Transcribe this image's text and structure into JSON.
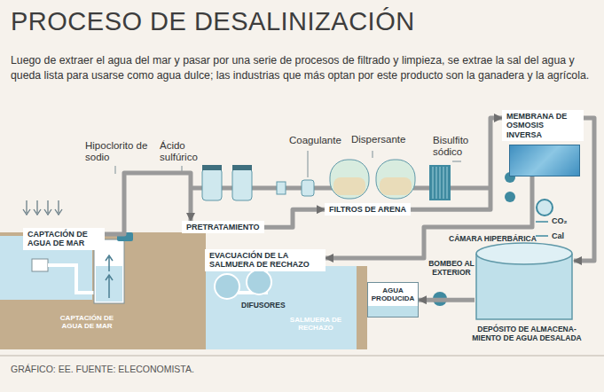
{
  "diagram": {
    "title": "PROCESO DE DESALINIZACIÓN",
    "caption": "GRÁFICO: EE. FUENTE: ELECONOMISTA.",
    "nodes": [
      {
        "text": [
          "CAPTACIÓN DE AGUA DE MAR"
        ]
      },
      {
        "text": [
          "PRETRATAMIENTO"
        ]
      },
      {
        "text": [
          "FILTROS DE ARENA"
        ]
      },
      {
        "text": [
          "MEMBRANA DE OSMOSIS INVERSA"
        ]
      },
      {
        "text": [
          "EVACUACIÓN DE LA SALMUERA DE RECHAZO"
        ]
      },
      {
        "text": [
          "DEPÓSITO DE ALMACENA- MIENTO DE AGUA DESALADA"
        ]
      },
      {
        "text": [
          "AGUA PRODUCIDA"
        ]
      }
    ],
    "edges": [
      {
        "from": 0,
        "to": 1,
        "arrow": "to"
      },
      {
        "from": 1,
        "to": 2,
        "arrow": "to"
      },
      {
        "from": 2,
        "to": 3,
        "arrow": "to"
      },
      {
        "from": 3,
        "to": 4,
        "arrow": "to"
      },
      {
        "from": 3,
        "to": 5,
        "arrow": "to"
      },
      {
        "from": 5,
        "to": 6,
        "arrow": "to"
      }
    ],
    "labels": [
      "Luego de extraer el agua del mar y pasar por una serie de procesos de filtrado y limpieza, se extrae la sal del agua y queda lista para usarse como agua dulce; las industrias que más optan por este producto son la ganadera y la agrícola.",
      "Hipoclorito de sodio",
      "Ácido sulfúrico",
      "Coagulante",
      "Dispersante",
      "Bisulfito sódico",
      "CÁMARA HIPERBÁRICA",
      "CO₂",
      "Cal",
      "BOMBEO AL EXTERIOR",
      "CAPTACIÓN DE AGUA DE MAR",
      "DIFUSORES",
      "SALMUERA DE RECHAZO"
    ]
  }
}
